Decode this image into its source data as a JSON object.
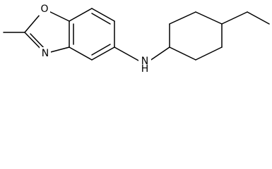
{
  "molecule": {
    "atoms": {
      "oxygen": "O",
      "nitrogen_ring": "N",
      "amine": "N",
      "amine_hydrogen": "H"
    }
  }
}
